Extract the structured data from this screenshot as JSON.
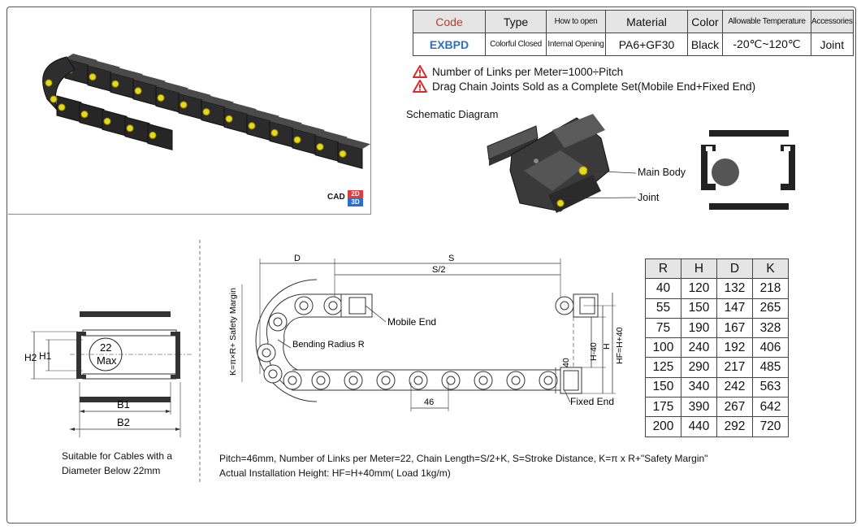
{
  "spec_table": {
    "headers": [
      "Code",
      "Type",
      "How to open",
      "Material",
      "Color",
      "Allowable Temperature",
      "Accessories"
    ],
    "values": [
      "EXBPD",
      "Colorful Closed",
      "Internal Opening",
      "PA6+GF30",
      "Black",
      "-20℃~120℃",
      "Joint"
    ]
  },
  "notes": [
    "Number of Links per Meter=1000÷Pitch",
    "Drag Chain Joints Sold as a Complete Set(Mobile End+Fixed End)"
  ],
  "schematic": {
    "title": "Schematic Diagram",
    "main_body": "Main Body",
    "joint": "Joint"
  },
  "cad_badge": {
    "text": "CAD",
    "b2d": "2D",
    "b3d": "3D"
  },
  "cross_section": {
    "h2": "H2",
    "h1": "H1",
    "max_diameter": "22",
    "max_label": "Max",
    "b1": "B1",
    "b2": "B2",
    "caption": [
      "Suitable for Cables with a",
      "Diameter Below 22mm"
    ]
  },
  "side_view": {
    "d": "D",
    "s": "S",
    "s_half": "S/2",
    "safety": "K=π×R+ Safety Margin",
    "mobile_end": "Mobile End",
    "bending_radius": "Bending Radius R",
    "fixed_end": "Fixed End",
    "pitch": "46",
    "forty": "40",
    "h_minus": "H-40",
    "h": "H",
    "hf": "HF=H+40"
  },
  "dim_table": {
    "headers": [
      "R",
      "H",
      "D",
      "K"
    ],
    "rows": [
      [
        "40",
        "120",
        "132",
        "218"
      ],
      [
        "55",
        "150",
        "147",
        "265"
      ],
      [
        "75",
        "190",
        "167",
        "328"
      ],
      [
        "100",
        "240",
        "192",
        "406"
      ],
      [
        "125",
        "290",
        "217",
        "485"
      ],
      [
        "150",
        "340",
        "242",
        "563"
      ],
      [
        "175",
        "390",
        "267",
        "642"
      ],
      [
        "200",
        "440",
        "292",
        "720"
      ]
    ]
  },
  "footer": [
    "Pitch=46mm, Number of Links per Meter=22, Chain Length=S/2+K, S=Stroke Distance, K=π x R+\"Safety Margin\"",
    "Actual Installation Height: HF=H+40mm( Load 1kg/m)"
  ],
  "colors": {
    "code_red": "#c0392b",
    "code_blue": "#2a6fc9",
    "header_gray": "#e5e5e5",
    "link_yellow": "#e8d81a"
  }
}
